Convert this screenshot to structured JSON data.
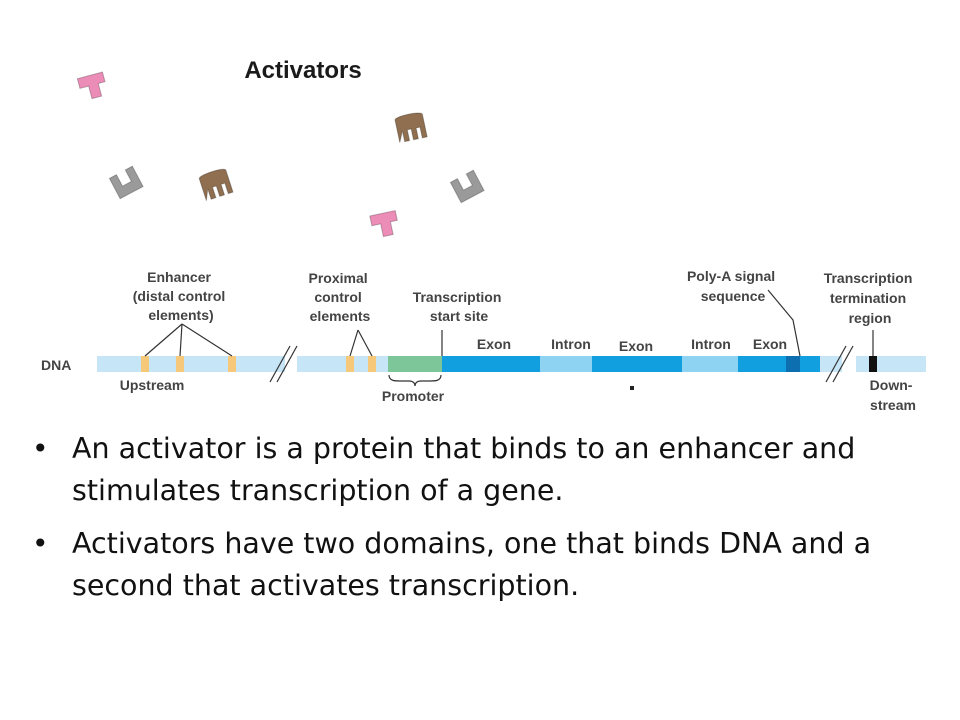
{
  "title": "Activators",
  "labels": {
    "enhancer": [
      "Enhancer",
      "(distal control",
      "elements)"
    ],
    "proximal": [
      "Proximal",
      "control",
      "elements"
    ],
    "tss": [
      "Transcription",
      "start site"
    ],
    "polya": [
      "Poly-A signal",
      "sequence"
    ],
    "termination": [
      "Transcription",
      "termination",
      "region"
    ],
    "dna": "DNA",
    "upstream": "Upstream",
    "promoter": "Promoter",
    "downstream": [
      "Down-",
      "stream"
    ],
    "exon1": "Exon",
    "intron1": "Intron",
    "exon2": "Exon",
    "intron2": "Intron",
    "exon3": "Exon"
  },
  "colors": {
    "dna": "#c6e6f7",
    "exon": "#129fe0",
    "intron": "#8fd3f3",
    "polya": "#0d6fb0",
    "promoter": "#7dc69a",
    "control": "#f6c879",
    "termination": "#111111",
    "activator_pink": "#ec8db8",
    "activator_brown": "#8f6f4f",
    "activator_gray": "#9a9a9a"
  },
  "activators": [
    {
      "name": "pink-activator-1",
      "shape": "pink",
      "color": "pink"
    },
    {
      "name": "pink-activator-2",
      "shape": "pink",
      "color": "pink"
    },
    {
      "name": "brown-activator-1",
      "shape": "brown",
      "color": "brown"
    },
    {
      "name": "brown-activator-2",
      "shape": "brown",
      "color": "brown"
    },
    {
      "name": "gray-activator-1",
      "shape": "gray",
      "color": "gray"
    },
    {
      "name": "gray-activator-2",
      "shape": "gray",
      "color": "gray"
    }
  ],
  "bullets": [
    "An activator is a protein that binds to an enhancer and stimulates transcription of a gene.",
    "Activators have two domains, one that binds DNA and a second that activates transcription."
  ]
}
